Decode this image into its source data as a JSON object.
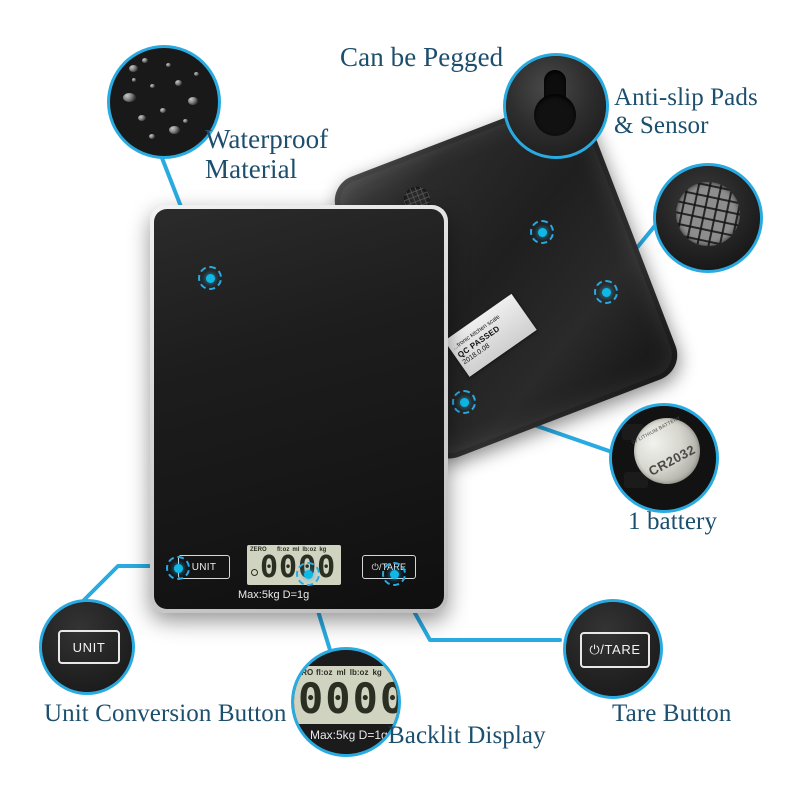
{
  "theme": {
    "accent": "#29abe2",
    "label_color": "#1c4e6d",
    "background": "#ffffff",
    "product_dark": "#1b1b1b",
    "lcd_face": "#cfd3c0"
  },
  "callouts": [
    {
      "key": "waterproof",
      "label": "Waterproof\nMaterial",
      "detail": "water-droplets-on-black-surface"
    },
    {
      "key": "pegged",
      "label": "Can be Pegged",
      "detail": "keyhole-hang-slot"
    },
    {
      "key": "antislip",
      "label": "Anti-slip Pads\n& Sensor",
      "detail": "waffle-textured-rubber-pad"
    },
    {
      "key": "battery",
      "label": "1 battery",
      "detail": "cr2032-coin-cell-in-compartment"
    },
    {
      "key": "unit_button",
      "label": "Unit Conversion Button",
      "detail": "unit-button-closeup"
    },
    {
      "key": "backlit_display",
      "label": "Backlit Display",
      "detail": "lcd-display-closeup"
    },
    {
      "key": "tare_button",
      "label": "Tare Button",
      "detail": "tare-button-closeup"
    }
  ],
  "product": {
    "unit_button_label": "UNIT",
    "tare_button_label": "⏻/TARE",
    "capacity_text": "Max:5kg D=1g",
    "display": {
      "zero_indicator": "ZERO",
      "unit_labels": [
        "fl:oz",
        "ml",
        "lb:oz",
        "kg"
      ],
      "digits": "0000"
    },
    "qc_sticker": {
      "line1": "...tronic kitchen scale",
      "line2": "QC PASSED",
      "line3": "2018.0.08"
    },
    "battery": {
      "coin_type": "CR2032",
      "coin_spec": "3V LITHIUM BATTERY"
    }
  }
}
